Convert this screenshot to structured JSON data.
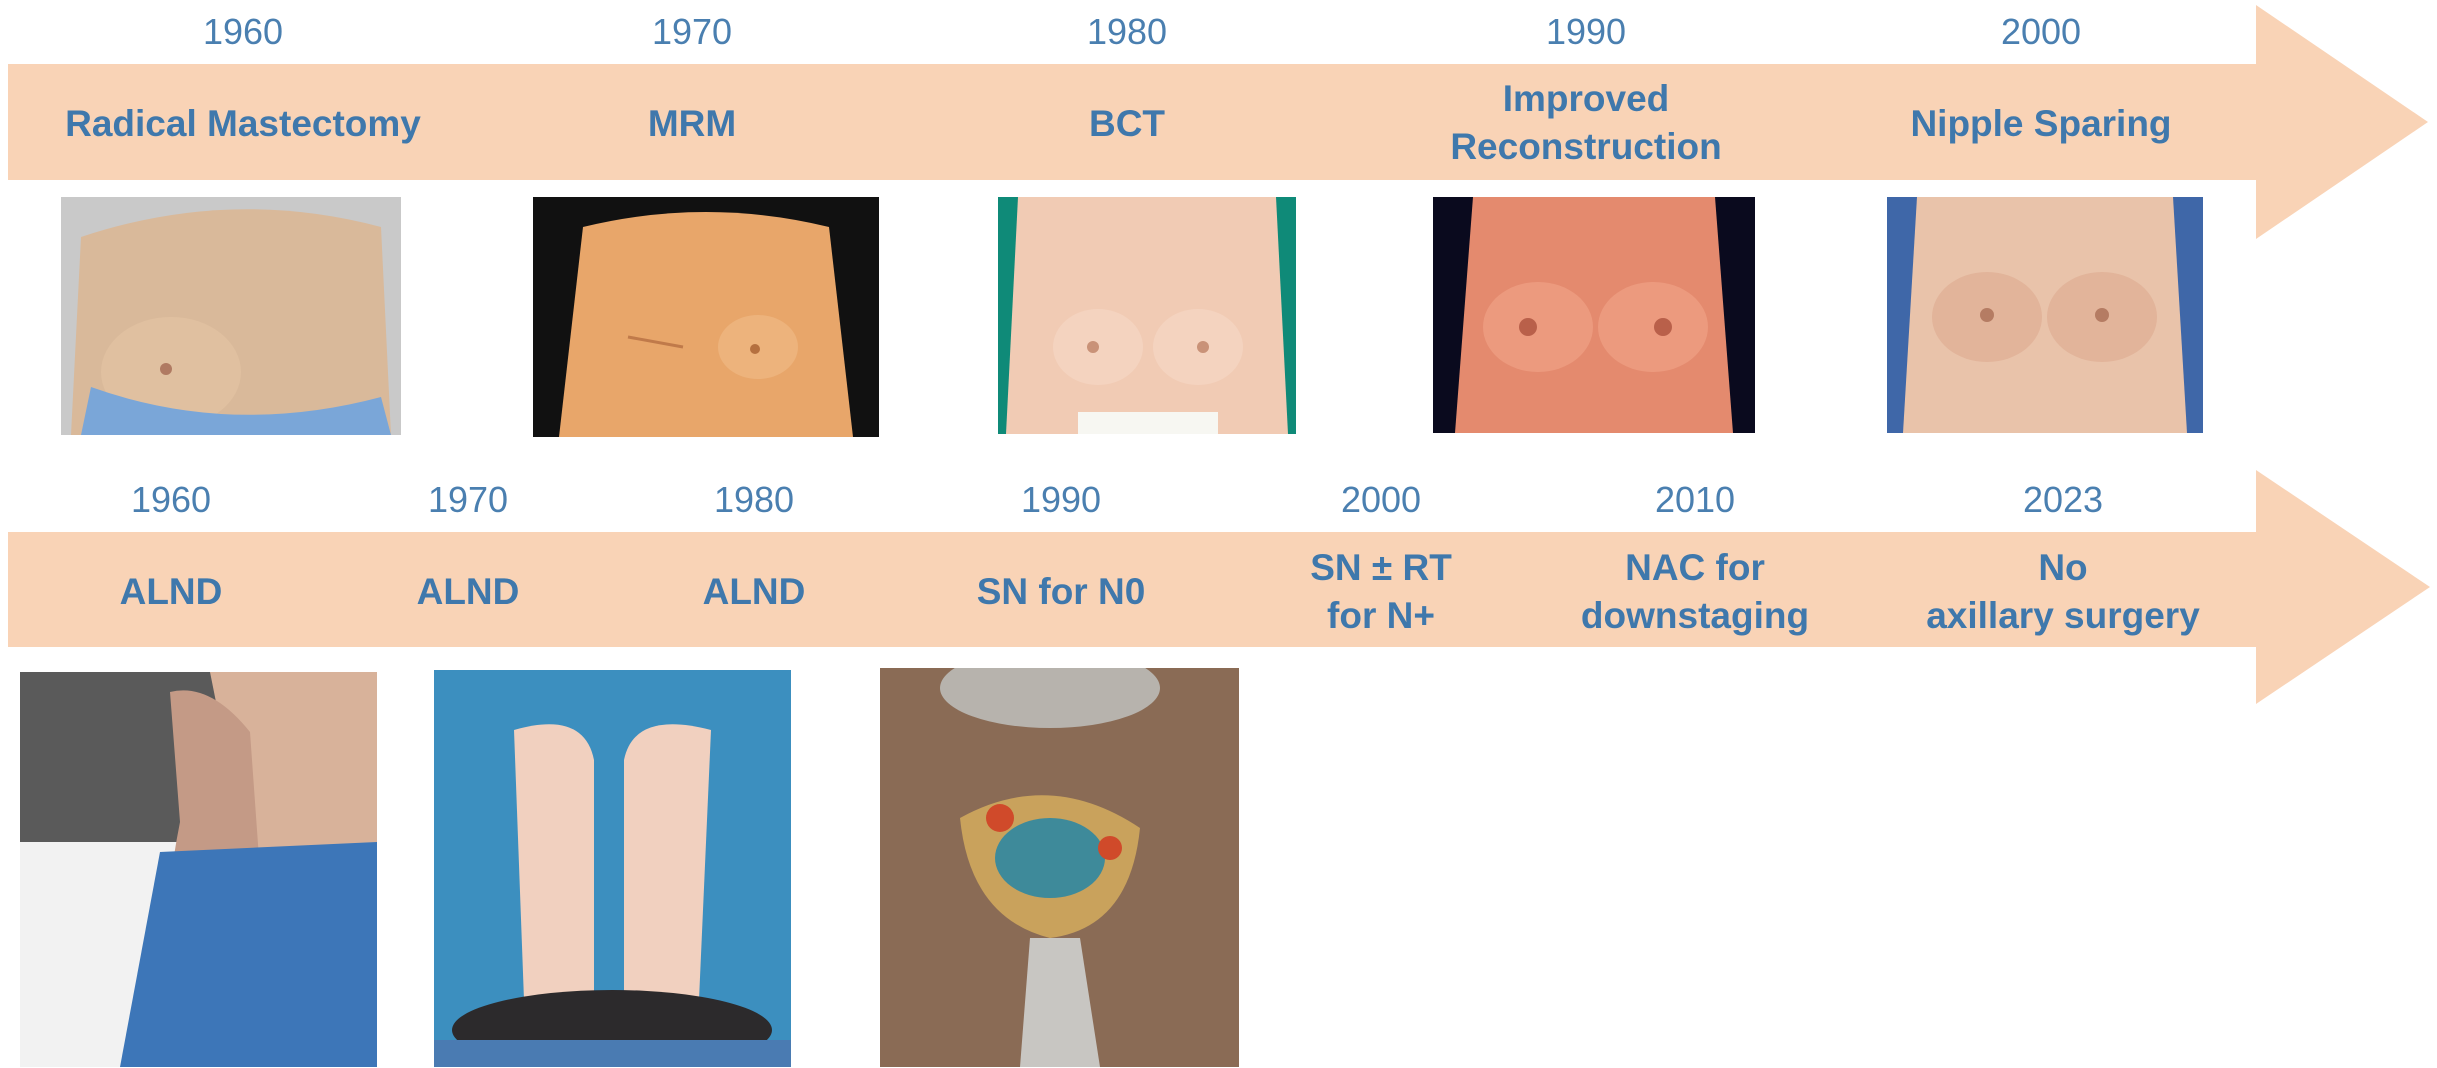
{
  "timeline_top": {
    "events": [
      {
        "year": "1960",
        "label": "Radical Mastectomy",
        "photo": "radical-mastectomy-photo"
      },
      {
        "year": "1970",
        "label": "MRM",
        "photo": "mrm-photo"
      },
      {
        "year": "1980",
        "label": "BCT",
        "photo": "bct-photo"
      },
      {
        "year": "1990",
        "label": "Improved\nReconstruction",
        "photo": "reconstruction-photo"
      },
      {
        "year": "2000",
        "label": "Nipple Sparing",
        "photo": "nipple-sparing-photo"
      }
    ]
  },
  "timeline_bottom": {
    "events": [
      {
        "year": "1960",
        "label": "ALND",
        "photo": "lymphedema-arm-photo"
      },
      {
        "year": "1970",
        "label": "ALND",
        "photo": "arms-raised-photo"
      },
      {
        "year": "1980",
        "label": "ALND",
        "photo": "sentinel-node-surgery-photo"
      },
      {
        "year": "1990",
        "label": "SN for N0"
      },
      {
        "year": "2000",
        "label": "SN ± RT\nfor N+"
      },
      {
        "year": "2010",
        "label": "NAC for\ndownstaging"
      },
      {
        "year": "2023",
        "label": "No\naxillary surgery"
      }
    ]
  },
  "colors": {
    "arrow": "#f9d3b6",
    "text": "#3f78ac"
  }
}
